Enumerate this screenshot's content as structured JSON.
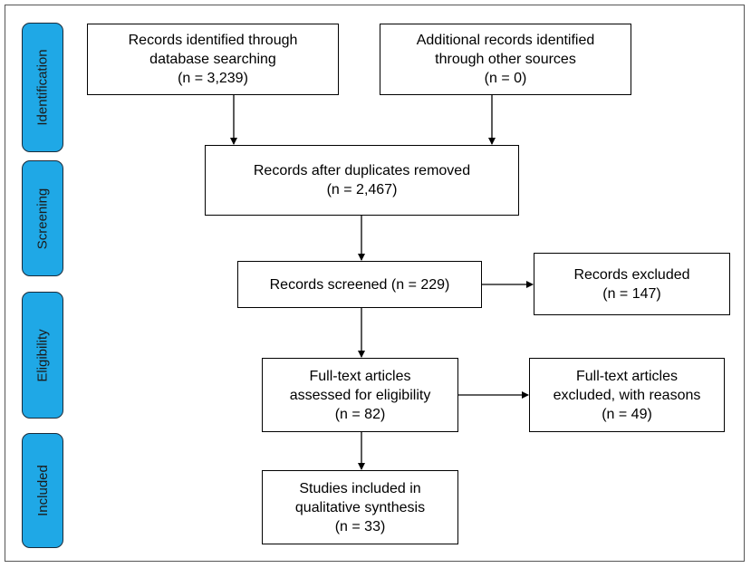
{
  "phases": {
    "identification": "Identification",
    "screening": "Screening",
    "eligibility": "Eligibility",
    "included": "Included"
  },
  "boxes": {
    "db_search": {
      "line1": "Records identified through",
      "line2": "database searching",
      "count": "(n = 3,239)"
    },
    "other_sources": {
      "line1": "Additional records identified",
      "line2": "through other sources",
      "count": "(n = 0)"
    },
    "duplicates_removed": {
      "line1": "Records after duplicates removed",
      "count": "(n = 2,467)"
    },
    "screened": {
      "line1": "Records screened (n = 229)"
    },
    "excluded": {
      "line1": "Records excluded",
      "count": "(n = 147)"
    },
    "fulltext_assessed": {
      "line1": "Full-text articles",
      "line2": "assessed for eligibility",
      "count": "(n = 82)"
    },
    "fulltext_excluded": {
      "line1": "Full-text articles",
      "line2": "excluded, with reasons",
      "count": "(n = 49)"
    },
    "included": {
      "line1": "Studies included in",
      "line2": "qualitative synthesis",
      "count": "(n = 33)"
    }
  },
  "colors": {
    "phase_fill": "#1fa8e6",
    "phase_border": "#1a2b3a",
    "line": "#000000"
  }
}
